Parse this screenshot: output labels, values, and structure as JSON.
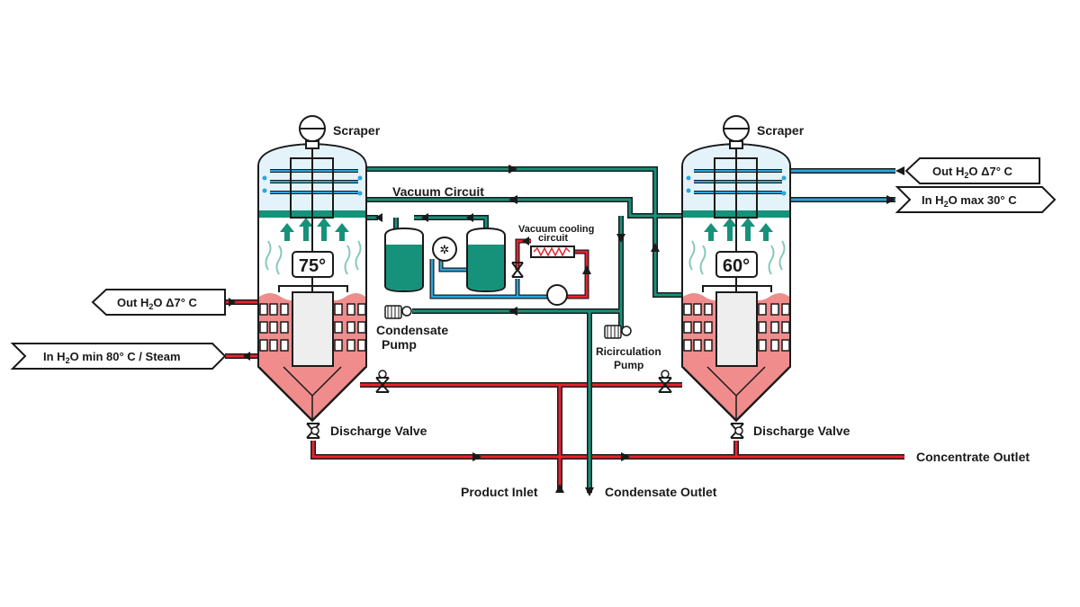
{
  "labels": {
    "scraper_left": "Scraper",
    "scraper_right": "Scraper",
    "temp_left": "75°",
    "temp_right": "60°",
    "vacuum_circuit": "Vacuum Circuit",
    "vacuum_cooling_1": "Vacuum cooling",
    "vacuum_cooling_2": "circuit",
    "condensate_pump_1": "Condensate",
    "condensate_pump_2": "Pump",
    "recirc_pump_1": "Ricirculation",
    "recirc_pump_2": "Pump",
    "discharge_left": "Discharge Valve",
    "discharge_right": "Discharge Valve",
    "concentrate_outlet": "Concentrate Outlet",
    "product_inlet": "Product Inlet",
    "condensate_outlet": "Condensate Outlet"
  },
  "tags": {
    "out_left": {
      "pre": "Out H",
      "sub": "2",
      "post": "O Δ7° C"
    },
    "in_left": {
      "pre": "In H",
      "sub": "2",
      "post": "O min 80° C / Steam"
    },
    "out_right": {
      "pre": "Out H",
      "sub": "2",
      "post": "O Δ7° C"
    },
    "in_right": {
      "pre": "In H",
      "sub": "2",
      "post": "O max 30° C"
    }
  },
  "colors": {
    "hot": "#e52432",
    "hot_fill": "#f08c8c",
    "cold": "#2aa6dc",
    "teal": "#16927a",
    "vessel_top": "#e4f3fa",
    "line": "#1a1a1a"
  }
}
